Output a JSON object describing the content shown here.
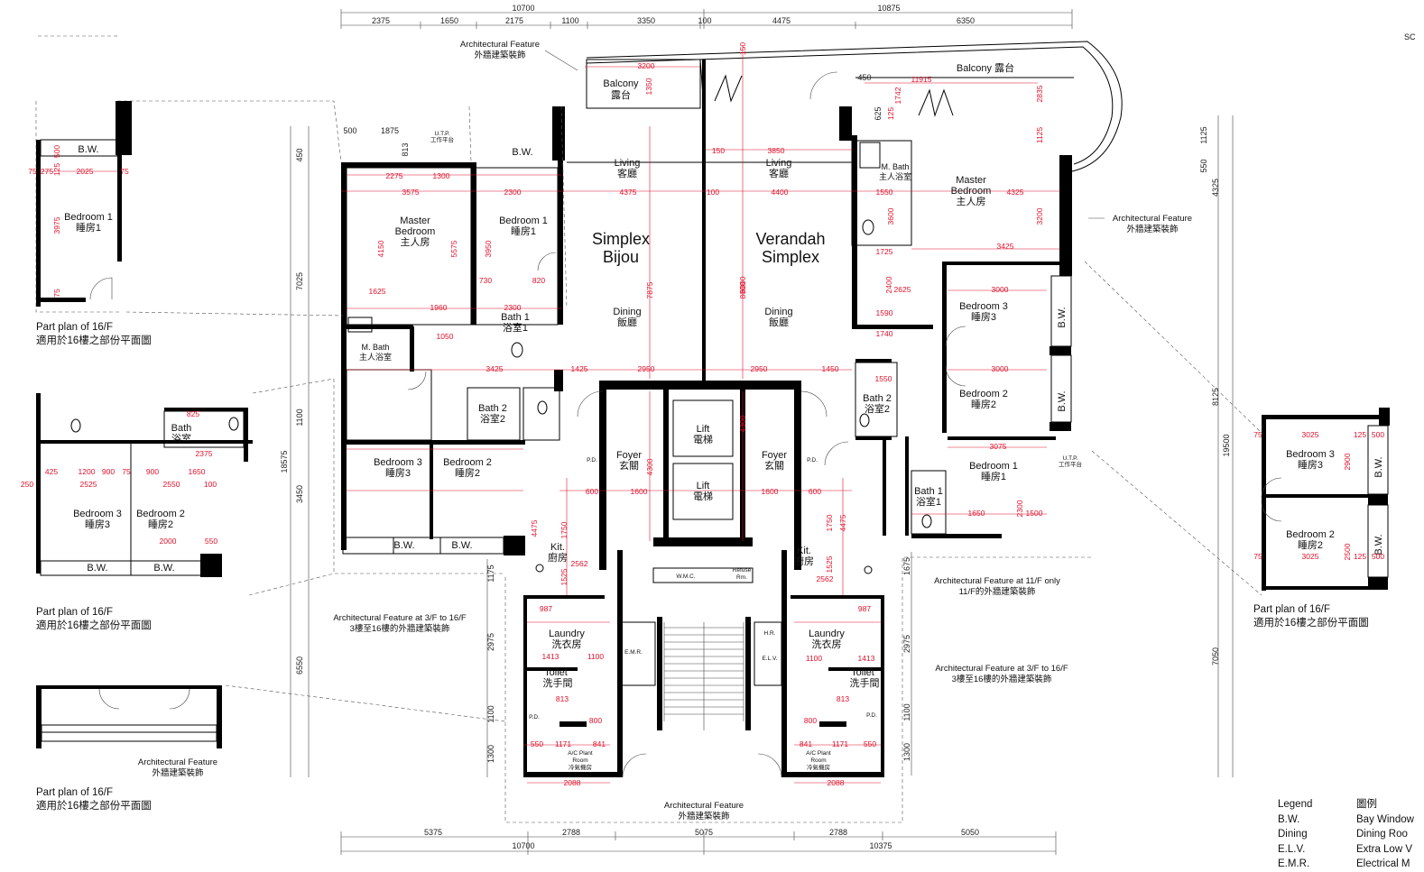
{
  "top_dims": {
    "overall": [
      "10700",
      "10875"
    ],
    "segments": [
      "2375",
      "1650",
      "2175",
      "1100",
      "3350",
      "100",
      "4475",
      "6350"
    ]
  },
  "bottom_dims": {
    "segments": [
      "5375",
      "2788",
      "5075",
      "2788",
      "5050"
    ],
    "overall": [
      "10700",
      "10375"
    ]
  },
  "left_dims": [
    "450",
    "7025",
    "1100",
    "3450",
    "6550",
    "1175",
    "2975",
    "1100",
    "1300"
  ],
  "left_overall": "18575",
  "right_dims": [
    "1125",
    "550",
    "4325",
    "8125",
    "7050"
  ],
  "right_overall": "19500",
  "units": {
    "simplex_bijou": [
      "Simplex",
      "Bijou"
    ],
    "verandah_simplex": [
      "Verandah",
      "Simplex"
    ]
  },
  "rooms": {
    "balcony_left": [
      "Balcony",
      "露台"
    ],
    "balcony_right": "Balcony 露台",
    "living_left": [
      "Living",
      "客廳"
    ],
    "living_right": [
      "Living",
      "客廳"
    ],
    "dining_left": [
      "Dining",
      "飯廳"
    ],
    "dining_right": [
      "Dining",
      "飯廳"
    ],
    "master_left": [
      "Master",
      "Bedroom",
      "主人房"
    ],
    "master_right": [
      "Master",
      "Bedroom",
      "主人房"
    ],
    "bed1_left": [
      "Bedroom 1",
      "睡房1"
    ],
    "bath1_left": [
      "Bath 1",
      "浴室1"
    ],
    "mbath_left": [
      "M. Bath",
      "主人浴室"
    ],
    "mbath_right": [
      "M. Bath",
      "主人浴室"
    ],
    "bed3_left": [
      "Bedroom 3",
      "睡房3"
    ],
    "bed2_left": [
      "Bedroom 2",
      "睡房2"
    ],
    "bath2_left": [
      "Bath 2",
      "浴室2"
    ],
    "bed3_right": [
      "Bedroom 3",
      "睡房3"
    ],
    "bed2_right": [
      "Bedroom 2",
      "睡房2"
    ],
    "bath2_right": [
      "Bath 2",
      "浴室2"
    ],
    "bed1_right": [
      "Bedroom 1",
      "睡房1"
    ],
    "bath1_right": [
      "Bath 1",
      "浴室1"
    ],
    "foyer_left": [
      "Foyer",
      "玄關"
    ],
    "foyer_right": [
      "Foyer",
      "玄關"
    ],
    "lift1": [
      "Lift",
      "電梯"
    ],
    "lift2": [
      "Lift",
      "電梯"
    ],
    "kit_left": [
      "Kit.",
      "廚房"
    ],
    "kit_right": [
      "Kit.",
      "廚房"
    ],
    "laundry_left": [
      "Laundry",
      "洗衣房"
    ],
    "laundry_right": [
      "Laundry",
      "洗衣房"
    ],
    "toilet_left": [
      "Toilet",
      "洗手間"
    ],
    "toilet_right": [
      "Toilet",
      "洗手間"
    ],
    "ac_left": [
      "A/C Plant",
      "Room",
      "冷氣機房"
    ],
    "ac_right": [
      "A/C Plant",
      "Room",
      "冷氣機房"
    ],
    "wmc": "W.M.C.",
    "refuse": [
      "Refuse",
      "Rm."
    ],
    "emr": "E.M.R.",
    "elv": "E.L.V.",
    "hr": "H.R.",
    "pd": "P.D.",
    "utp": [
      "U.T.P.",
      "工作平台"
    ],
    "bw": "B.W."
  },
  "notes": {
    "arch_top": [
      "Architectural Feature",
      "外牆建築裝飾"
    ],
    "arch_right": [
      "Architectural Feature",
      "外牆建築裝飾"
    ],
    "arch_11f": [
      "Architectural Feature at 11/F only",
      "11/F的外牆建築裝飾"
    ],
    "arch_3_16_left": [
      "Architectural Feature at 3/F to 16/F",
      "3樓至16樓的外牆建築裝飾"
    ],
    "arch_3_16_right": [
      "Architectural Feature at 3/F to 16/F",
      "3樓至16樓的外牆建築裝飾"
    ],
    "arch_bottom": [
      "Architectural Feature",
      "外牆建築裝飾"
    ],
    "arch_part": [
      "Architectural Feature",
      "外牆建築裝飾"
    ]
  },
  "part_plans": {
    "p1": [
      "Part plan of 16/F",
      "適用於16樓之部份平面圖"
    ],
    "p2": [
      "Part plan of 16/F",
      "適用於16樓之部份平面圖"
    ],
    "p3": [
      "Part plan of 16/F",
      "適用於16樓之部份平面圖"
    ],
    "p4": [
      "Part plan of 16/F",
      "適用於16樓之部份平面圖"
    ]
  },
  "inset_rooms": {
    "p1_bed1": [
      "Bedroom 1",
      "睡房1"
    ],
    "p2_bath": [
      "Bath",
      "浴室"
    ],
    "p2_bed3": [
      "Bedroom 3",
      "睡房3"
    ],
    "p2_bed2": [
      "Bedroom 2",
      "睡房2"
    ],
    "p4_bed3": [
      "Bedroom 3",
      "睡房3"
    ],
    "p4_bed2": [
      "Bedroom 2",
      "睡房2"
    ]
  },
  "legend": {
    "title": [
      "Legend",
      "圖例"
    ],
    "rows": [
      [
        "B.W.",
        "Bay Window"
      ],
      [
        "Dining",
        "Dining Roo"
      ],
      [
        "E.L.V.",
        "Extra Low V"
      ],
      [
        "E.M.R.",
        "Electrical M"
      ]
    ]
  },
  "scale_label": "SC",
  "red_dims": {
    "r_top": [
      "3200",
      "1350",
      "150",
      "11915",
      "1742",
      "2835",
      "1125",
      "450",
      "625",
      "125"
    ],
    "r_left_unit": [
      "500",
      "1875",
      "813",
      "2275",
      "1300",
      "3575",
      "4375",
      "2300",
      "4150",
      "5575",
      "3950",
      "1625",
      "1960",
      "730",
      "820",
      "2300",
      "1050",
      "3425",
      "1425",
      "2950"
    ],
    "r_right_unit": [
      "150",
      "3850",
      "4400",
      "100",
      "6000",
      "2950",
      "1450",
      "1550",
      "3600",
      "1725",
      "3425",
      "4325",
      "3200",
      "2400",
      "2625",
      "3000",
      "1590",
      "1740",
      "3000",
      "3075",
      "1550",
      "1650",
      "1500",
      "2300"
    ],
    "r_core": [
      "4300",
      "4300",
      "1600",
      "1600",
      "600",
      "600",
      "2562",
      "2562",
      "987",
      "987",
      "1413",
      "1413",
      "1100",
      "1100",
      "813",
      "813",
      "800",
      "800",
      "1171",
      "1171",
      "841",
      "841",
      "2088",
      "2088",
      "550",
      "550",
      "1750",
      "1750",
      "4475",
      "4475",
      "1525",
      "1525",
      "7875",
      "8000"
    ]
  }
}
